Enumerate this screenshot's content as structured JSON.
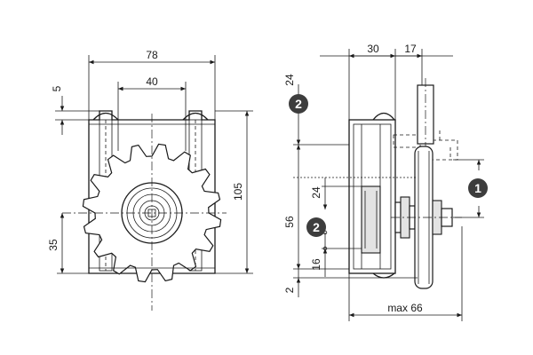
{
  "front_view": {
    "dim_width": "78",
    "dim_inner": "40",
    "dim_top": "5",
    "dim_height": "105",
    "dim_axis": "35"
  },
  "side_view": {
    "dim_depth": "30",
    "dim_shaft": "17",
    "dim_upper_travel": "24",
    "dim_slot_offset": "24",
    "dim_slot": "56",
    "dim_lower": "16",
    "dim_bottom": "2",
    "dim_max": "max 66"
  },
  "callouts": [
    "1",
    "2",
    "2"
  ]
}
